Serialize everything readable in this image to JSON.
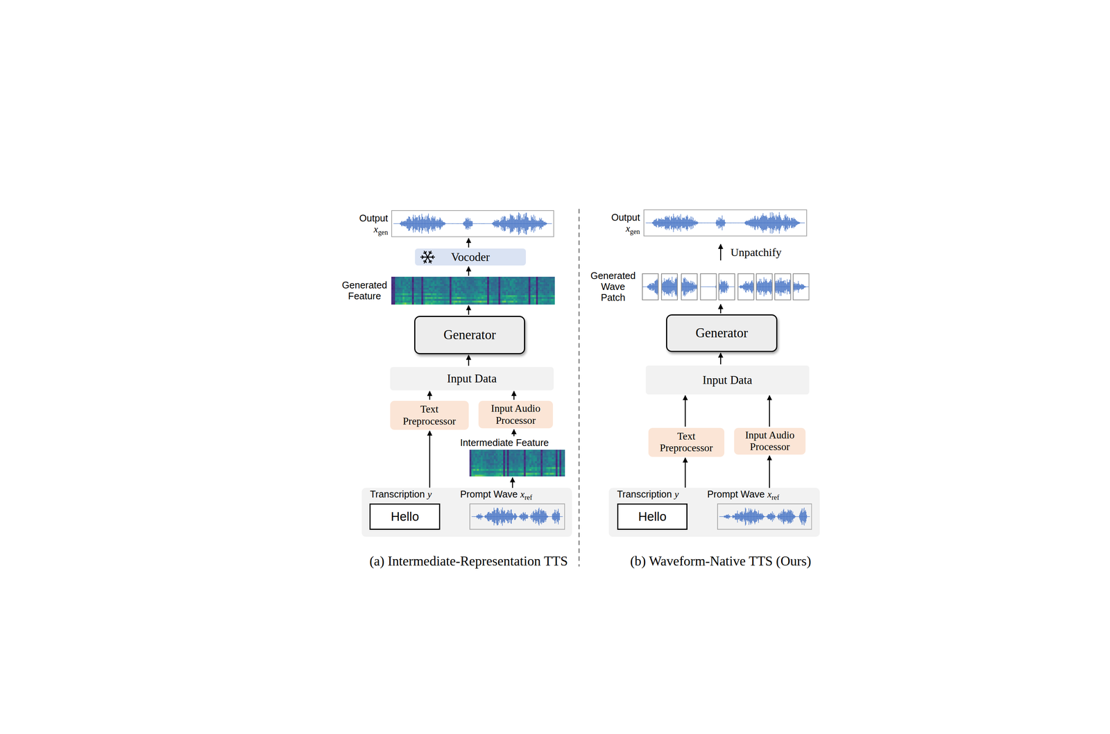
{
  "diagram": {
    "nodes": [
      {
        "text": [
          "Output xgen"
        ]
      },
      {
        "text": [
          "Vocoder"
        ]
      },
      {
        "text": [
          "Generated Feature"
        ]
      },
      {
        "text": [
          "Generator"
        ]
      },
      {
        "text": [
          "Input Data"
        ]
      },
      {
        "text": [
          "Text Preprocessor"
        ]
      },
      {
        "text": [
          "Input Audio Processor"
        ]
      },
      {
        "text": [
          "Intermediate Feature"
        ]
      },
      {
        "text": [
          "Transcription y",
          "Hello"
        ]
      },
      {
        "text": [
          "Prompt Wave xref"
        ]
      },
      {
        "text": [
          "Output xgen"
        ]
      },
      {
        "text": [
          "Generated Wave Patch"
        ]
      },
      {
        "text": [
          "Generator"
        ]
      },
      {
        "text": [
          "Input Data"
        ]
      },
      {
        "text": [
          "Text Preprocessor"
        ]
      },
      {
        "text": [
          "Input Audio Processor"
        ]
      },
      {
        "text": [
          "Transcription y",
          "Hello"
        ]
      },
      {
        "text": [
          "Prompt Wave xref"
        ]
      }
    ],
    "edges": [
      {
        "from": 1,
        "to": 0,
        "arrow": "to"
      },
      {
        "from": 2,
        "to": 1,
        "arrow": "to"
      },
      {
        "from": 3,
        "to": 2,
        "arrow": "to"
      },
      {
        "from": 4,
        "to": 3,
        "arrow": "to"
      },
      {
        "from": 5,
        "to": 4,
        "arrow": "to"
      },
      {
        "from": 6,
        "to": 4,
        "arrow": "to"
      },
      {
        "from": 8,
        "to": 5,
        "arrow": "to"
      },
      {
        "from": 7,
        "to": 6,
        "arrow": "to"
      },
      {
        "from": 9,
        "to": 7,
        "arrow": "to"
      },
      {
        "from": 11,
        "to": 10,
        "label": "Unpatchify",
        "arrow": "to"
      },
      {
        "from": 12,
        "to": 11,
        "arrow": "to"
      },
      {
        "from": 13,
        "to": 12,
        "arrow": "to"
      },
      {
        "from": 14,
        "to": 13,
        "arrow": "to"
      },
      {
        "from": 15,
        "to": 13,
        "arrow": "to"
      },
      {
        "from": 16,
        "to": 14,
        "arrow": "to"
      },
      {
        "from": 17,
        "to": 15,
        "arrow": "to"
      }
    ],
    "labels": [
      "(a) Intermediate-Representation TTS",
      "(b) Waveform-Native TTS (Ours)"
    ]
  }
}
